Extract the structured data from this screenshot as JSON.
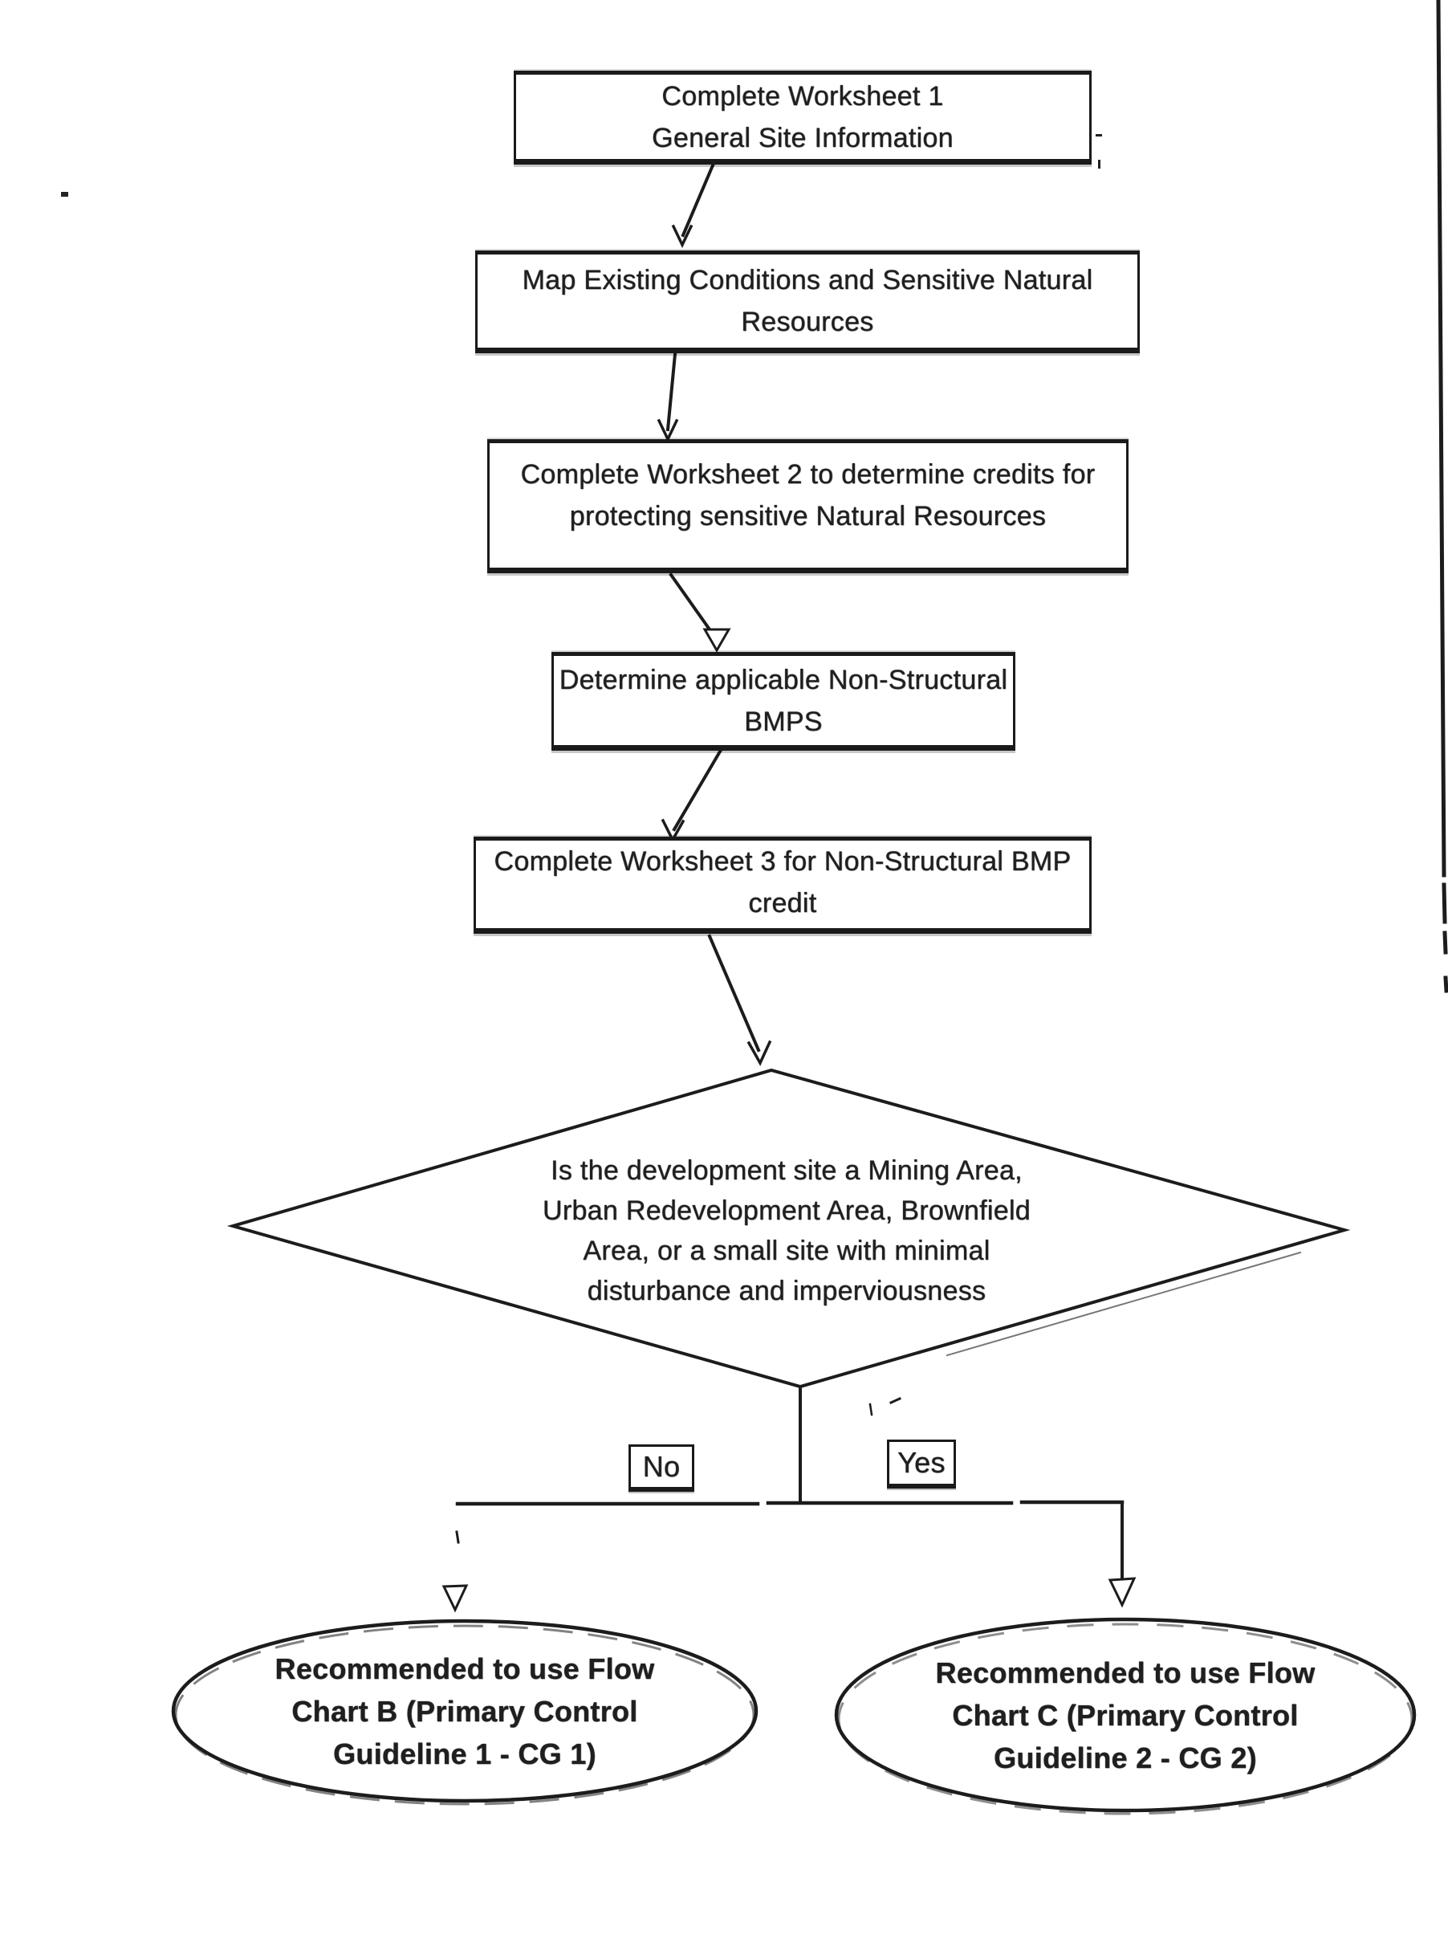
{
  "colors": {
    "ink": "#1c1c1c",
    "paper": "#ffffff"
  },
  "flowchart": {
    "steps": [
      {
        "name": "worksheet-1",
        "lines": [
          "Complete Worksheet 1",
          "General Site Information"
        ]
      },
      {
        "name": "map-existing-conditions",
        "lines": [
          "Map Existing Conditions and Sensitive Natural",
          "Resources"
        ]
      },
      {
        "name": "worksheet-2",
        "lines": [
          "Complete Worksheet 2 to determine credits for",
          "protecting sensitive Natural Resources"
        ]
      },
      {
        "name": "non-structural-bmps",
        "lines": [
          "Determine applicable Non-Structural",
          "BMPS"
        ]
      },
      {
        "name": "worksheet-3",
        "lines": [
          "Complete Worksheet 3 for Non-Structural BMP",
          "credit"
        ]
      }
    ],
    "decision": {
      "lines": [
        "Is the development site a Mining Area,",
        "Urban Redevelopment Area, Brownfield",
        "Area, or a small site with minimal",
        "disturbance and imperviousness"
      ]
    },
    "branches": {
      "no_label": "No",
      "yes_label": "Yes"
    },
    "outcomes": [
      {
        "name": "flow-chart-b",
        "lines": [
          "Recommended to use Flow",
          "Chart B (Primary Control",
          "Guideline 1 - CG 1)"
        ]
      },
      {
        "name": "flow-chart-c",
        "lines": [
          "Recommended to use Flow",
          "Chart C (Primary Control",
          "Guideline 2 - CG 2)"
        ]
      }
    ]
  }
}
